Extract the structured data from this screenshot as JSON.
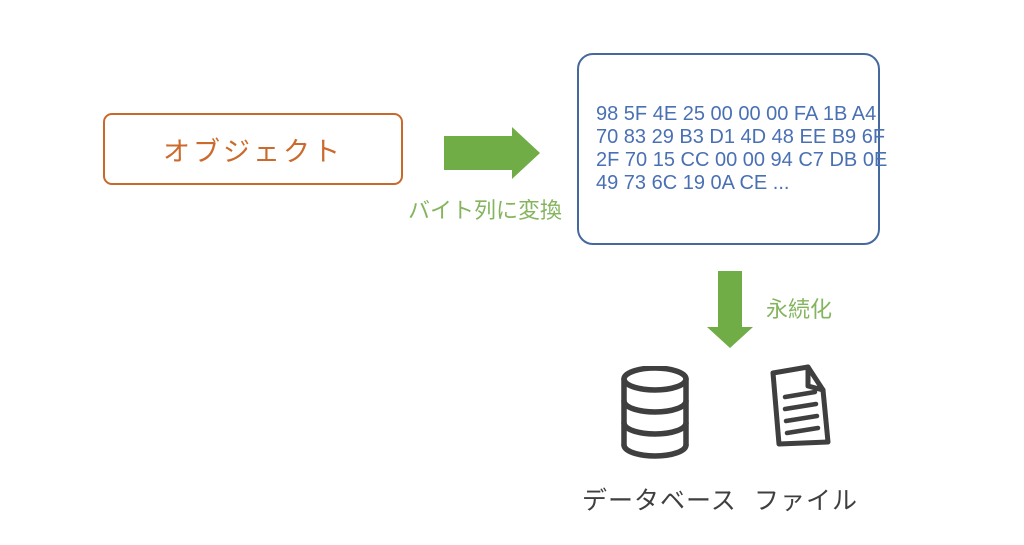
{
  "diagram": {
    "object_box": {
      "label": "オブジェクト",
      "border_color": "#C9682B",
      "text_color": "#CC6A2D"
    },
    "convert_arrow_label": "バイト列に変換",
    "bytes_box": {
      "lines": [
        "98 5F 4E 25 00 00 00 FA 1B A4",
        "70 83 29 B3 D1 4D 48 EE B9 6F",
        "2F 70 15 CC 00 00 94 C7 DB 0E",
        "49 73 6C 19 0A CE ..."
      ],
      "border_color": "#45689F",
      "text_color": "#4A70B4"
    },
    "persist_arrow_label": "永続化",
    "storage": {
      "database_label": "データベース",
      "file_label": "ファイル"
    },
    "colors": {
      "arrow_green": "#70AD47",
      "label_green": "#84B55E",
      "icon_gray": "#3F3F3F",
      "background": "#FFFFFF"
    }
  }
}
